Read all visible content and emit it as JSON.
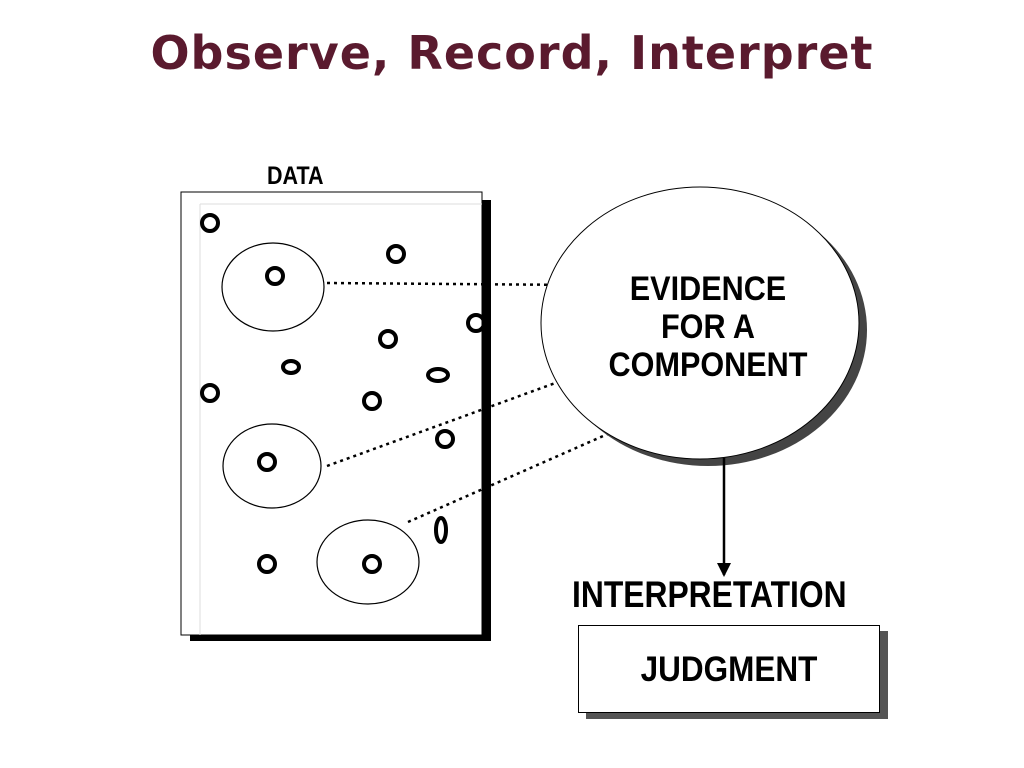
{
  "slide": {
    "title": "Observe, Record, Interpret"
  },
  "diagram": {
    "data_label": "DATA",
    "evidence_lines": [
      "EVIDENCE",
      "FOR A",
      "COMPONENT"
    ],
    "interpretation_label": "INTERPRETATION",
    "judgment_label": "JUDGMENT"
  },
  "colors": {
    "title": "#5a1a2e",
    "shadow": "#555555",
    "ink": "#000000"
  }
}
